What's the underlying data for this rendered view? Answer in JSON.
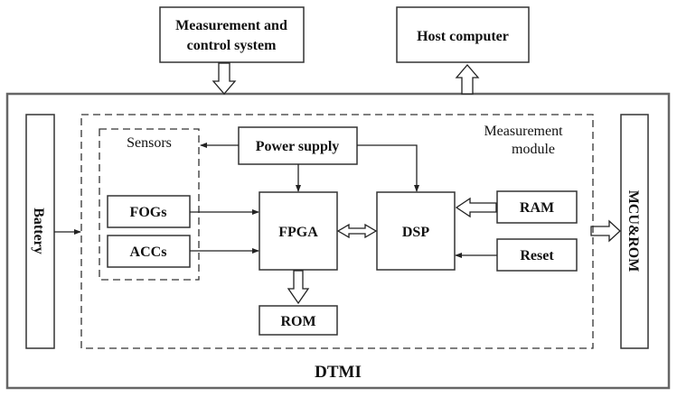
{
  "diagram": {
    "title": "DTMI",
    "external": {
      "measurement_control_line1": "Measurement and",
      "measurement_control_line2": "control system",
      "host_computer": "Host computer"
    },
    "side_blocks": {
      "battery": "Battery",
      "mcu_rom": "MCU&ROM"
    },
    "module": {
      "label_line1": "Measurement",
      "label_line2": "module",
      "sensors_label": "Sensors",
      "fogs": "FOGs",
      "accs": "ACCs",
      "power_supply": "Power supply",
      "fpga": "FPGA",
      "dsp": "DSP",
      "ram": "RAM",
      "reset": "Reset",
      "rom": "ROM"
    }
  }
}
